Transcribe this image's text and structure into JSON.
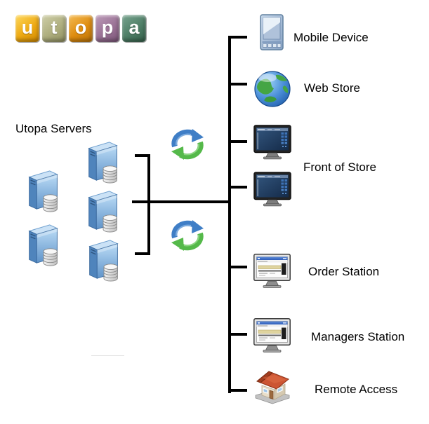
{
  "logo": {
    "name": "utopa",
    "tiles": [
      {
        "letter": "u",
        "color": "#EDA912",
        "color_light": "#FFD95E",
        "color_dark": "#D08800"
      },
      {
        "letter": "t",
        "color": "#AEAE7E",
        "color_light": "#CFCFA9",
        "color_dark": "#8F8F60"
      },
      {
        "letter": "o",
        "color": "#DE8C10",
        "color_light": "#F5BC55",
        "color_dark": "#B97207"
      },
      {
        "letter": "p",
        "color": "#9A7295",
        "color_light": "#BD9CB9",
        "color_dark": "#7B5578"
      },
      {
        "letter": "a",
        "color": "#4E7E66",
        "color_light": "#78A48F",
        "color_dark": "#34604A"
      }
    ]
  },
  "diagram": {
    "servers": {
      "label": "Utopa Servers",
      "count": 5,
      "icon": "server-database-icon"
    },
    "sync": {
      "count": 2,
      "icon": "sync-arrows-icon",
      "blue": "#3F7EC6",
      "green": "#55B94A"
    },
    "line_color": "#000000",
    "nodes": [
      {
        "id": "mobile-device",
        "label": "Mobile Device",
        "icon": "mobile-device-icon"
      },
      {
        "id": "web-store",
        "label": "Web Store",
        "icon": "globe-icon"
      },
      {
        "id": "front-of-store",
        "label": "Front of Store",
        "icon": "pos-monitor-icon",
        "icon_count": 2
      },
      {
        "id": "order-station",
        "label": "Order Station",
        "icon": "browser-monitor-icon"
      },
      {
        "id": "managers-station",
        "label": "Managers Station",
        "icon": "browser-monitor-icon"
      },
      {
        "id": "remote-access",
        "label": "Remote Access",
        "icon": "house-icon"
      }
    ]
  }
}
